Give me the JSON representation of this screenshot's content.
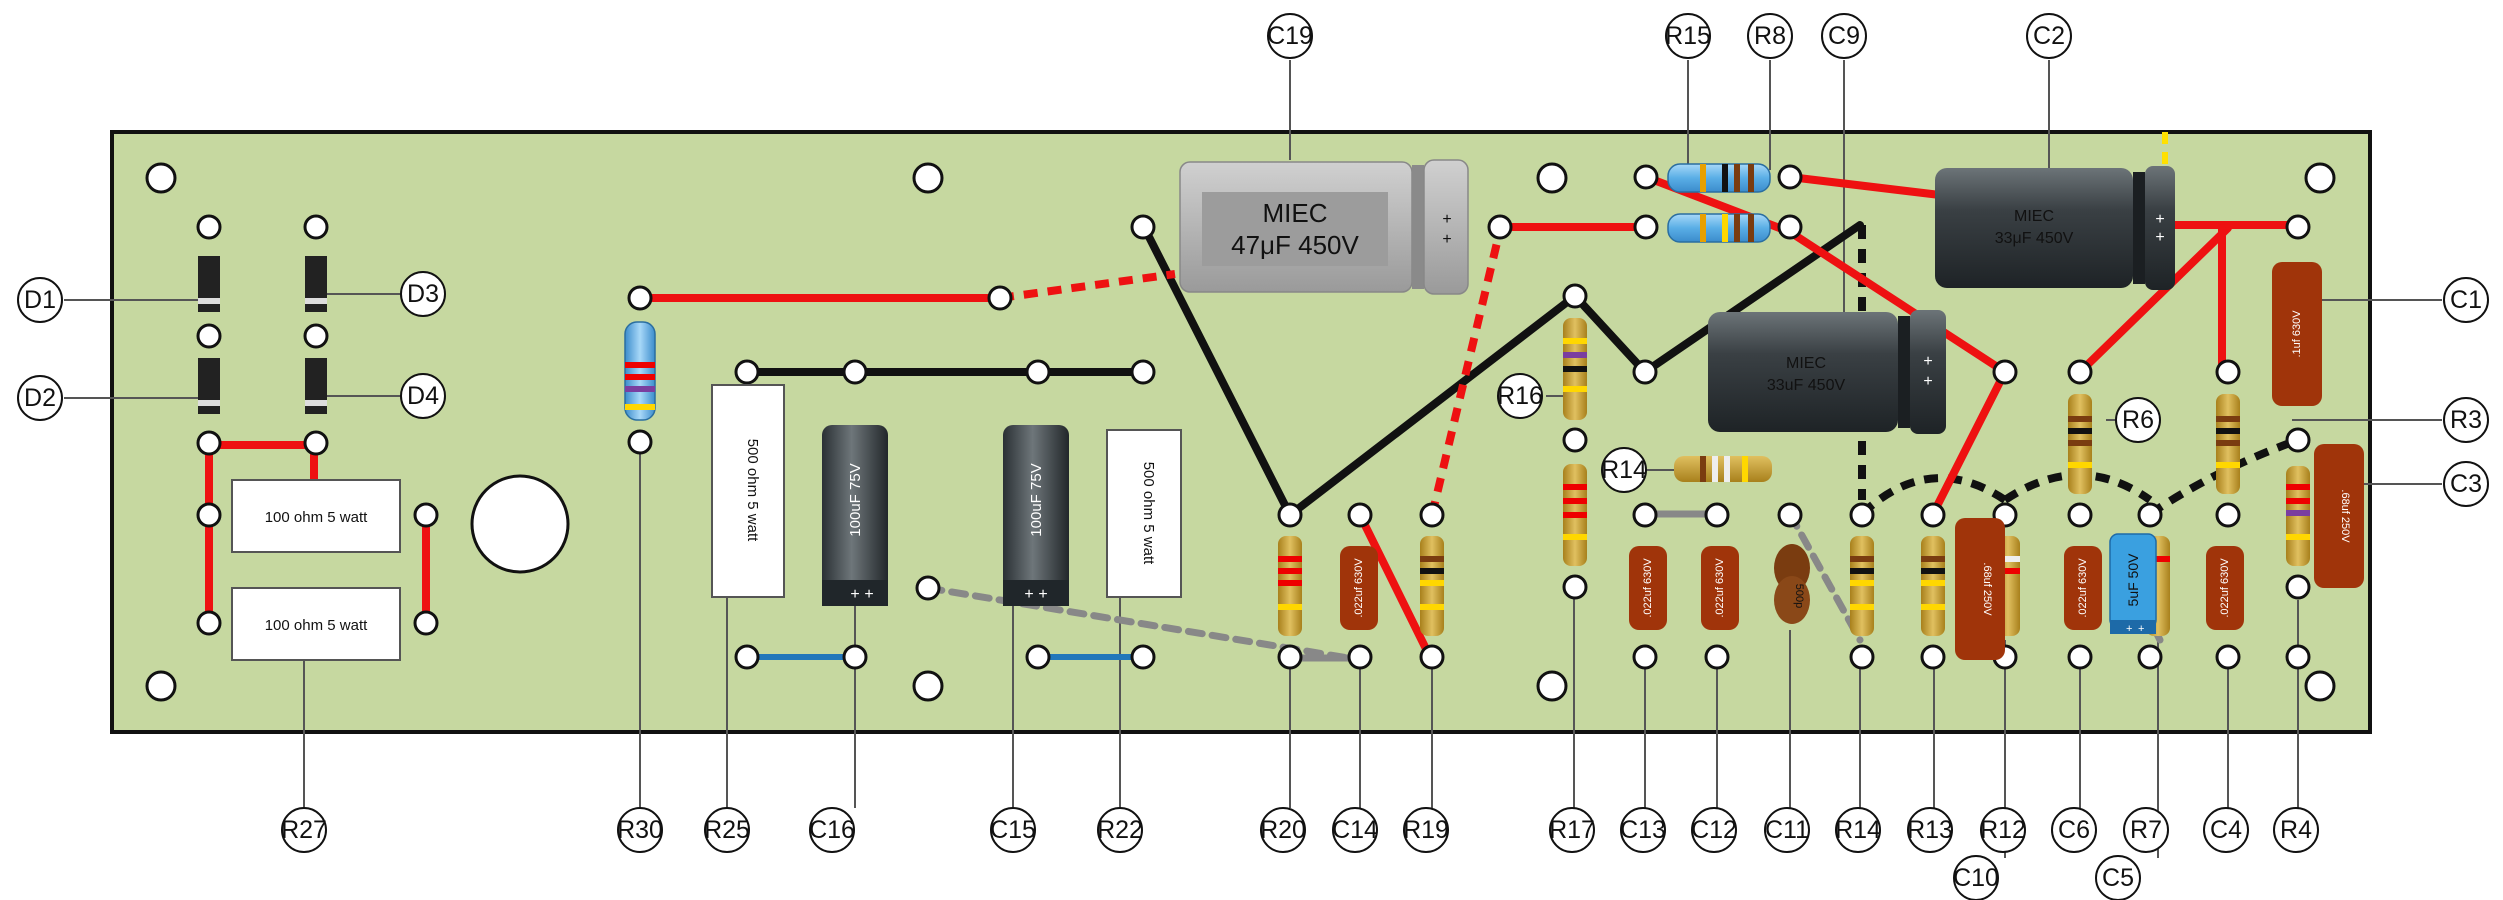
{
  "labels": {
    "C19": "C19",
    "R15": "R15",
    "R8": "R8",
    "C9": "C9",
    "C2": "C2",
    "D1": "D1",
    "D2": "D2",
    "D3": "D3",
    "D4": "D4",
    "C1": "C1",
    "R3": "R3",
    "C3": "C3",
    "R6": "R6",
    "R16": "R16",
    "R14_top": "R14",
    "R27": "R27",
    "R30": "R30",
    "R25": "R25",
    "C16": "C16",
    "C15": "C15",
    "R22": "R22",
    "R20": "R20",
    "C14": "C14",
    "R19": "R19",
    "R17": "R17",
    "C13": "C13",
    "C12": "C12",
    "C11": "C11",
    "R14_bot": "R14",
    "R13": "R13",
    "R12": "R12",
    "C10": "C10",
    "C6": "C6",
    "R7": "R7",
    "C5": "C5",
    "C4": "C4",
    "R4": "R4"
  },
  "components": {
    "c19_brand": "MIEC",
    "c19_value": "47μF 450V",
    "c2_brand": "MIEC",
    "c2_value": "33μF 450V",
    "c9_brand": "MIEC",
    "c9_value": "33uF 450V",
    "res_100_a": "100 ohm 5 watt",
    "res_100_b": "100 ohm 5 watt",
    "res_500_a": "500 ohm 5 watt",
    "res_500_b": "500 ohm 5 watt",
    "c16_value": "100uF 75V",
    "c15_value": "100uF 75V",
    "c1_value": ".1uf 630V",
    "c3_value": ".68uf 250V",
    "c10_value": ".68uf 250V",
    "c14_value": ".022uf 630V",
    "c13_value": ".022uf 630V",
    "c12_value": ".022uf 630V",
    "c6_value": ".022uf 630V",
    "c4_value": ".022uf 630V",
    "c11_value": "500p",
    "c5_value": "5uF 50V",
    "plus": "+"
  },
  "colors": {
    "board": "#c6d8a0",
    "board_border": "#111111",
    "wire_red": "#ee1111",
    "wire_black": "#111111",
    "wire_blue": "#2277bb",
    "wire_gray": "#888888",
    "cap_film": "#a0340a",
    "resistor_body": "#c8a030",
    "resistor_blue": "#5bb0e8",
    "elec_gray": "#b0b0b0",
    "elec_dark": "#3c4246"
  }
}
